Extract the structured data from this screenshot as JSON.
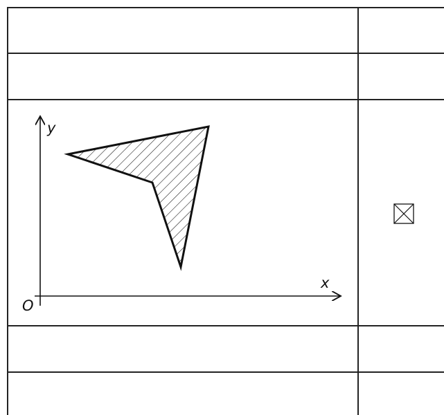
{
  "figure": {
    "x_axis_label": "x",
    "y_axis_label": "y",
    "origin_label": "O",
    "polygon_fill": "hatched",
    "stroke_color": "#111111"
  },
  "answer_column": {
    "checked_row": 3,
    "mark_icon": "crossed-box-icon"
  }
}
